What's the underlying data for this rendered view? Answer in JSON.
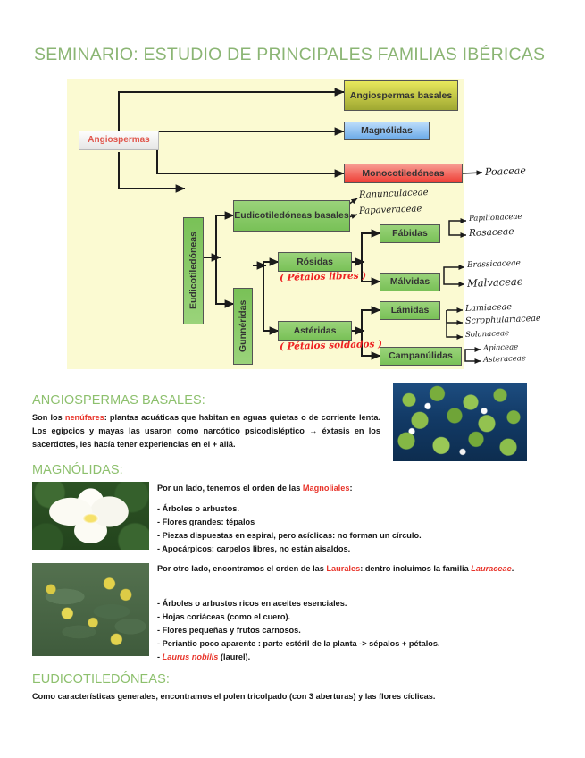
{
  "title": "SEMINARIO: ESTUDIO DE PRINCIPALES FAMILIAS IBÉRICAS",
  "diagram": {
    "nodes": {
      "angiospermas": "Angiospermas",
      "angiospermas_basales": "Angiospermas basales",
      "magnolidas": "Magnólidas",
      "monocotiledoneas": "Monocotiledóneas",
      "eudicotiledoneas": "Eudicotiledóneas",
      "eudicotiledoneas_basales": "Eudicotiledóneas basales",
      "gunneridas": "Gunnéridas",
      "rosidas": "Rósidas",
      "asteridas": "Astéridas",
      "fabidas": "Fábidas",
      "malvidas": "Málvidas",
      "lamidas": "Lámidas",
      "campanulidas": "Campanúlidas"
    },
    "red_notes": {
      "petalos_libres": "( Pétalos libres )",
      "petalos_soldados": "( Pétalos soldados )"
    },
    "handwritten": {
      "poaceae": "Poaceae",
      "ranunculaceae": "Ranunculaceae",
      "papaveraceae": "Papaveraceae",
      "papilionaceae": "Papilionaceae",
      "rosaceae": "Rosaceae",
      "brassicaceae": "Brassicaceae",
      "malvaceae": "Malvaceae",
      "lamiaceae": "Lamiaceae",
      "scrophulariaceae": "Scrophulariaceae",
      "solanaceae": "Solanaceae",
      "apiaceae": "Apiaceae",
      "asteraceae": "Asteraceae"
    }
  },
  "sections": {
    "angiospermas_basales": {
      "heading": "ANGIOSPERMAS BASALES:",
      "body_pre": "Son los ",
      "body_hl": "nenúfares",
      "body_post": ": plantas acuáticas que habitan en aguas quietas o de corriente lenta. Los egipcios y mayas las usaron como narcótico psicodisléptico → éxtasis en los sacerdotes, les hacía tener experiencias en el + allá."
    },
    "magnolidas": {
      "heading": "MAGNÓLIDAS:",
      "intro_pre": "Por un lado, tenemos el orden de las ",
      "intro_hl": "Magnoliales",
      "intro_post": ":",
      "bullets": [
        "- Árboles o arbustos.",
        "- Flores grandes: tépalos",
        "- Piezas dispuestas en espiral, pero acíclicas: no forman un círculo.",
        "- Apocárpicos: carpelos libres, no están aisaldos."
      ],
      "intro2_pre": "Por otro lado, encontramos el orden de las ",
      "intro2_hl": "Laurales",
      "intro2_mid": ": dentro incluimos la familia ",
      "intro2_it": "Lauraceae",
      "intro2_post": ".",
      "bullets2": [
        "- Árboles o arbustos ricos en aceites esenciales.",
        "- Hojas coriáceas (como el cuero).",
        "- Flores pequeñas y frutos carnosos.",
        "- Periantio poco aparente : parte estéril de la planta -> sépalos + pétalos."
      ],
      "bullet2_last_pre": "- ",
      "bullet2_last_it": "Laurus nobilis",
      "bullet2_last_post": " (laurel)."
    },
    "eudicotiledoneas": {
      "heading": "EUDICOTILEDÓNEAS:",
      "body": "Como características generales, encontramos el polen tricolpado (con 3 aberturas) y las flores cíclicas."
    }
  },
  "photos": {
    "pond": "water-lily-pond-photo",
    "magnolia": "magnolia-flower-photo",
    "laurel": "laurel-branch-photo"
  },
  "colors": {
    "heading_green": "#8dc06d",
    "accent_red": "#e8342a",
    "diagram_bg": "#fbfad2",
    "node_green": "#79c157",
    "node_blue": "#6aa9e8",
    "node_red": "#ef3f36",
    "node_olive": "#9fa832"
  }
}
